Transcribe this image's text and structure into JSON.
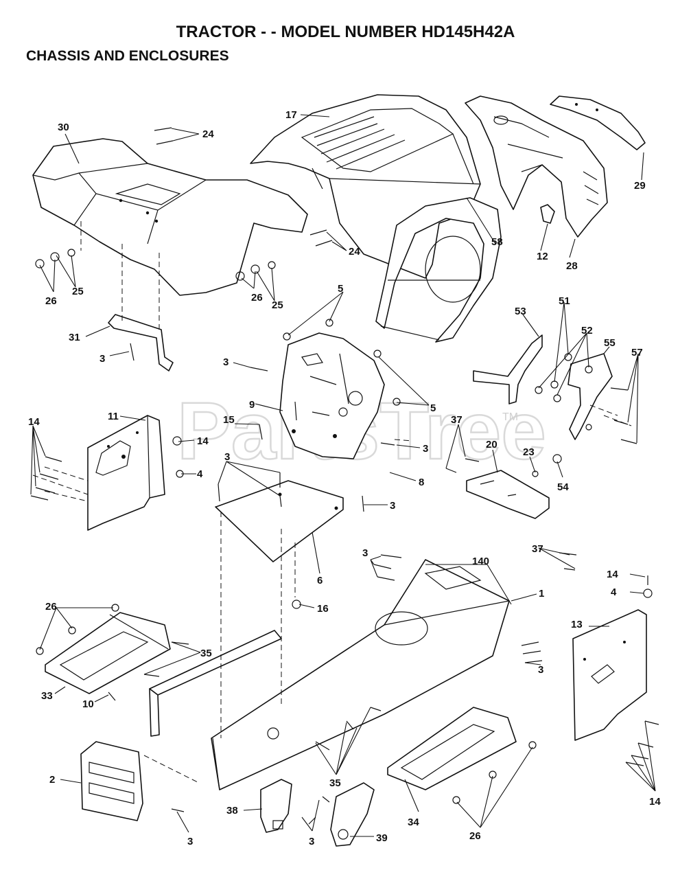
{
  "header": {
    "title": "TRACTOR - - MODEL NUMBER HD145H42A",
    "subtitle": "CHASSIS AND ENCLOSURES"
  },
  "watermark": {
    "text": "PartsTree",
    "trademark": "TM"
  },
  "callouts": [
    {
      "id": "c-24a",
      "label": "24"
    },
    {
      "id": "c-30",
      "label": "30"
    },
    {
      "id": "c-17",
      "label": "17"
    },
    {
      "id": "c-29",
      "label": "29"
    },
    {
      "id": "c-24b",
      "label": "24"
    },
    {
      "id": "c-26a",
      "label": "26"
    },
    {
      "id": "c-25a",
      "label": "25"
    },
    {
      "id": "c-12",
      "label": "12"
    },
    {
      "id": "c-28",
      "label": "28"
    },
    {
      "id": "c-58",
      "label": "58"
    },
    {
      "id": "c-26b",
      "label": "26"
    },
    {
      "id": "c-25b",
      "label": "25"
    },
    {
      "id": "c-5a",
      "label": "5"
    },
    {
      "id": "c-53",
      "label": "53"
    },
    {
      "id": "c-51",
      "label": "51"
    },
    {
      "id": "c-52",
      "label": "52"
    },
    {
      "id": "c-55",
      "label": "55"
    },
    {
      "id": "c-31",
      "label": "31"
    },
    {
      "id": "c-3a",
      "label": "3"
    },
    {
      "id": "c-3b",
      "label": "3"
    },
    {
      "id": "c-57",
      "label": "57"
    },
    {
      "id": "c-9",
      "label": "9"
    },
    {
      "id": "c-5b",
      "label": "5"
    },
    {
      "id": "c-11",
      "label": "11"
    },
    {
      "id": "c-14a",
      "label": "14"
    },
    {
      "id": "c-15",
      "label": "15"
    },
    {
      "id": "c-37a",
      "label": "37"
    },
    {
      "id": "c-14b",
      "label": "14"
    },
    {
      "id": "c-3c",
      "label": "3"
    },
    {
      "id": "c-20",
      "label": "20"
    },
    {
      "id": "c-23",
      "label": "23"
    },
    {
      "id": "c-3d",
      "label": "3"
    },
    {
      "id": "c-4a",
      "label": "4"
    },
    {
      "id": "c-8",
      "label": "8"
    },
    {
      "id": "c-54",
      "label": "54"
    },
    {
      "id": "c-3e",
      "label": "3"
    },
    {
      "id": "c-37b",
      "label": "37"
    },
    {
      "id": "c-6",
      "label": "6"
    },
    {
      "id": "c-3f",
      "label": "3"
    },
    {
      "id": "c-140",
      "label": "140"
    },
    {
      "id": "c-14c",
      "label": "14"
    },
    {
      "id": "c-4b",
      "label": "4"
    },
    {
      "id": "c-1",
      "label": "1"
    },
    {
      "id": "c-26c",
      "label": "26"
    },
    {
      "id": "c-16",
      "label": "16"
    },
    {
      "id": "c-13",
      "label": "13"
    },
    {
      "id": "c-35a",
      "label": "35"
    },
    {
      "id": "c-3g",
      "label": "3"
    },
    {
      "id": "c-33",
      "label": "33"
    },
    {
      "id": "c-10",
      "label": "10"
    },
    {
      "id": "c-2",
      "label": "2"
    },
    {
      "id": "c-35b",
      "label": "35"
    },
    {
      "id": "c-14d",
      "label": "14"
    },
    {
      "id": "c-38",
      "label": "38"
    },
    {
      "id": "c-3h",
      "label": "3"
    },
    {
      "id": "c-39",
      "label": "39"
    },
    {
      "id": "c-34",
      "label": "34"
    },
    {
      "id": "c-26d",
      "label": "26"
    },
    {
      "id": "c-3i",
      "label": "3"
    }
  ]
}
